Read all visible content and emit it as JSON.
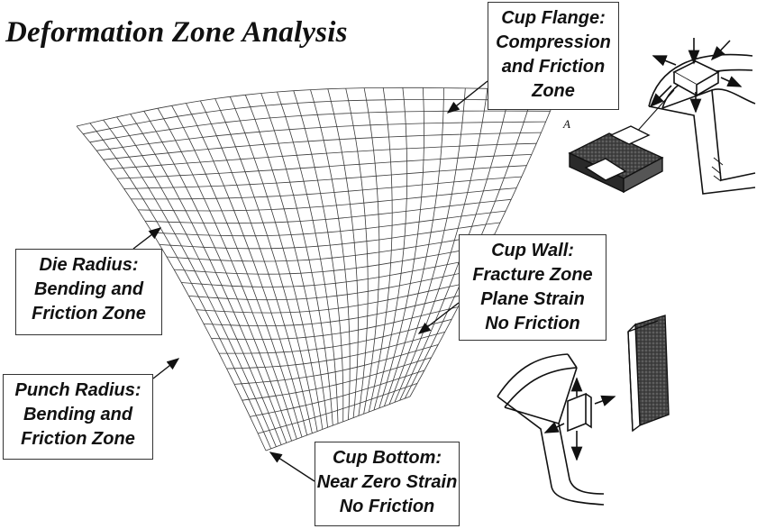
{
  "title": "Deformation Zone Analysis",
  "callouts": {
    "flange": [
      "Cup Flange:",
      "Compression",
      "and Friction",
      "Zone"
    ],
    "die_radius": [
      "Die Radius:",
      "Bending and",
      "Friction Zone"
    ],
    "wall": [
      "Cup Wall:",
      "Fracture Zone",
      "Plane Strain",
      "No Friction"
    ],
    "punch_radius": [
      "Punch Radius:",
      "Bending and",
      "Friction Zone"
    ],
    "bottom": [
      "Cup Bottom:",
      "Near Zero Strain",
      "No Friction"
    ]
  },
  "element_label": "A",
  "colors": {
    "ink": "#111111",
    "mesh": "#3a3a3a",
    "block_dark": "#3c3c3c"
  }
}
